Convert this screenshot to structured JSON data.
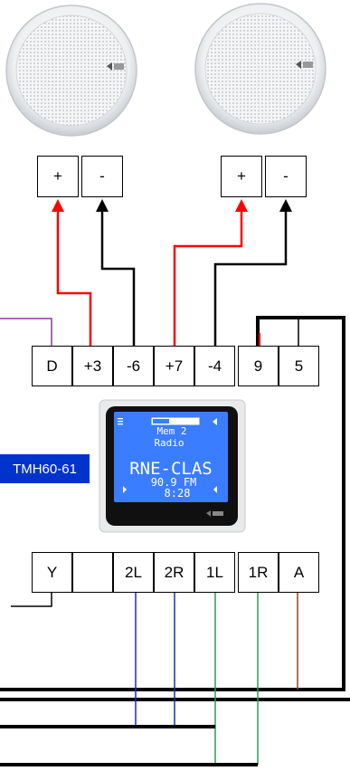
{
  "speakers": [
    {
      "id": "left-speaker",
      "terminals": [
        {
          "label": "+",
          "polarity": "positive"
        },
        {
          "label": "-",
          "polarity": "negative"
        }
      ]
    },
    {
      "id": "right-speaker",
      "terminals": [
        {
          "label": "+",
          "polarity": "positive"
        },
        {
          "label": "-",
          "polarity": "negative"
        }
      ]
    }
  ],
  "upper_terminal_strip": [
    "D",
    "+3",
    "-6",
    "+7",
    "-4",
    "9",
    "5"
  ],
  "lower_terminal_strip": [
    "Y",
    "",
    "2L",
    "2R",
    "1L",
    "1R",
    "A"
  ],
  "model_label": "TMH60-61",
  "device_screen": {
    "memory": "Mem 2",
    "mode": "Radio",
    "station": "RNE-CLAS",
    "frequency": "90.9 FM",
    "time": "8:28"
  },
  "colors": {
    "positive_wire": "#ff0000",
    "negative_wire": "#000000",
    "d_wire": "#8b3a9a",
    "2_wires": "#1a2fbf",
    "1_wires": "#2e9a5a",
    "a_wire": "#8b4513",
    "screen_bg": "#3b7dff",
    "model_badge_bg": "#0033cc"
  }
}
